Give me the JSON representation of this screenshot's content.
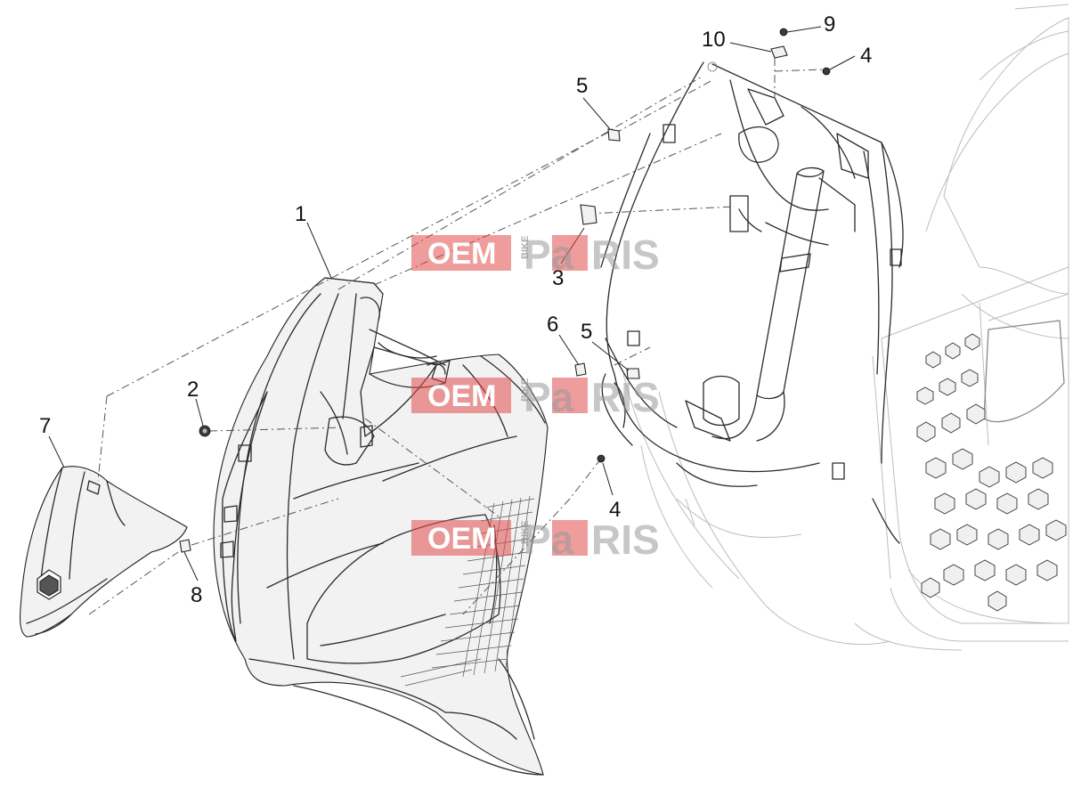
{
  "callouts": [
    {
      "id": "c1",
      "label": "1"
    },
    {
      "id": "c2",
      "label": "2"
    },
    {
      "id": "c3",
      "label": "3"
    },
    {
      "id": "c4a",
      "label": "4"
    },
    {
      "id": "c4b",
      "label": "4"
    },
    {
      "id": "c5a",
      "label": "5"
    },
    {
      "id": "c5b",
      "label": "5"
    },
    {
      "id": "c6",
      "label": "6"
    },
    {
      "id": "c7",
      "label": "7"
    },
    {
      "id": "c8",
      "label": "8"
    },
    {
      "id": "c9",
      "label": "9"
    },
    {
      "id": "c10",
      "label": "10"
    }
  ],
  "watermark": {
    "left_text": "OEM",
    "small_text": "BIKE",
    "mid_text": "Pa",
    "right_text": "RIS",
    "accent_color": "#e24a4a"
  }
}
